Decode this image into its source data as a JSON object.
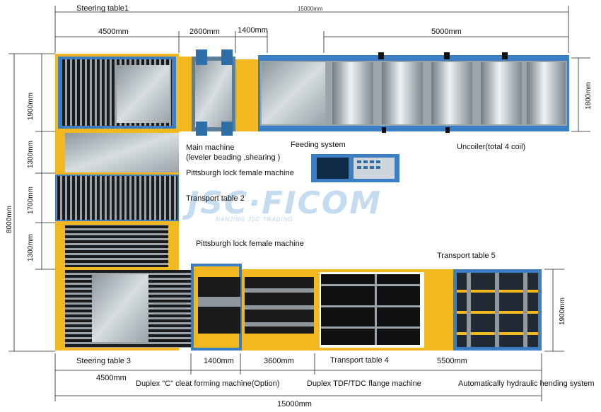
{
  "colors": {
    "yellow": "#f2b81f",
    "blue": "#3c7ec4",
    "black": "#151515",
    "steel": "#aeb6bb",
    "dim_line": "#222222"
  },
  "top_dims": {
    "overall_top": "15000mm",
    "steering_table1": "Steering table1",
    "d4500": "4500mm",
    "d2600": "2600mm",
    "d1400": "1400mm",
    "d5000": "5000mm"
  },
  "right_dims": {
    "d1800": "1800mm",
    "d1900": "1900mm"
  },
  "left_dims": {
    "d1900": "1900mm",
    "d1300a": "1300mm",
    "d1700": "1700mm",
    "d1300b": "1300mm",
    "d8000": "8000mm"
  },
  "labels": {
    "main_machine": "Main machine",
    "main_machine_detail": "(leveler beading ,shearing )",
    "feeding_system": "Feeding system",
    "uncoiler": "Uncoiler(total 4 coil)",
    "pittsburgh_1": "Pittsburgh lock female machine",
    "transport_table_2": "Transport table 2",
    "pittsburgh_2": "Pittsburgh lock female machine",
    "transport_table_5": "Transport table 5",
    "steering_table_3": "Steering table 3",
    "transport_table_4": "Transport table 4"
  },
  "bottom_dims": {
    "d1400": "1400mm",
    "d3600": "3600mm",
    "d5500": "5500mm",
    "d4500": "4500mm",
    "overall_bottom": "15000mm"
  },
  "bottom_labels": {
    "duplex_c": "Duplex \"C\" cleat forming machine(Option)",
    "duplex_tdf": "Duplex TDF/TDC flange machine",
    "auto_bending": "Automatically hydraulic hending system"
  },
  "watermark": {
    "text": "JSC·FICOM",
    "sub": "NANJING JSC TRADING"
  }
}
